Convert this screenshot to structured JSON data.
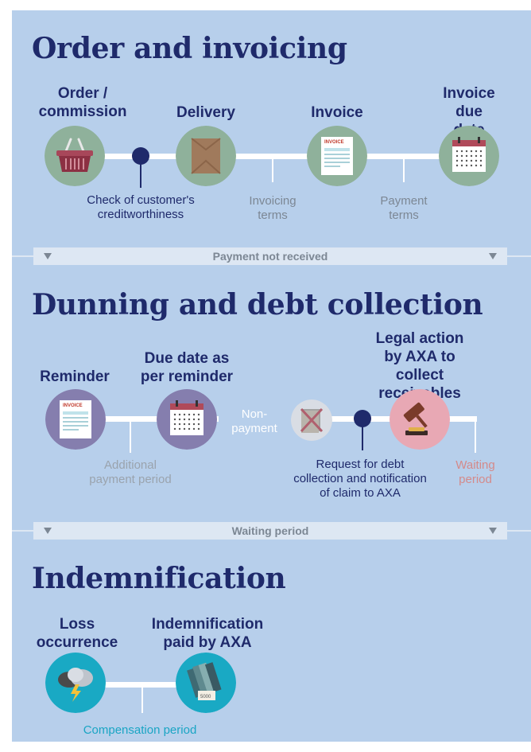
{
  "sections": {
    "order": {
      "title": "Order and invoicing",
      "steps": [
        "Order /\ncommission",
        "Delivery",
        "Invoice",
        "Invoice\ndue date"
      ],
      "notes": {
        "credit_check": "Check of customer's\ncreditworthiness",
        "invoicing_terms": "Invoicing\nterms",
        "payment_terms": "Payment\nterms"
      }
    },
    "band1": "Payment not received",
    "dunning": {
      "title": "Dunning and debt collection",
      "steps": [
        "Reminder",
        "Due date as\nper reminder",
        "Legal action\nby AXA to\ncollect receivables"
      ],
      "notes": {
        "additional_period": "Additional\npayment period",
        "non_payment": "Non-\npayment",
        "debt_request": "Request for debt\ncollection and notification\nof claim to AXA",
        "waiting_period": "Waiting\nperiod"
      }
    },
    "band2": "Waiting period",
    "indemnification": {
      "title": "Indemnification",
      "steps": [
        "Loss\noccurrence",
        "Indemnification\npaid by AXA"
      ],
      "notes": {
        "compensation_period": "Compensation period"
      }
    }
  },
  "icons": {
    "basket": "basket-icon",
    "package": "package-icon",
    "invoice": "invoice-document-icon",
    "calendar": "calendar-icon",
    "crossed_money": "crossed-out-money-icon",
    "gavel": "gavel-icon",
    "storm": "storm-cloud-icon",
    "banknotes": "banknotes-icon"
  },
  "invoice_doc_text": "INVOICE",
  "banknote_text": "5000",
  "colors": {
    "panel": "#b7cfeb",
    "navy": "#1f2a6b",
    "sage": "#8fb19b",
    "lavender": "#857eae",
    "pink": "#e8a8b4",
    "teal": "#19a9c4",
    "band": "#dde7f3"
  }
}
